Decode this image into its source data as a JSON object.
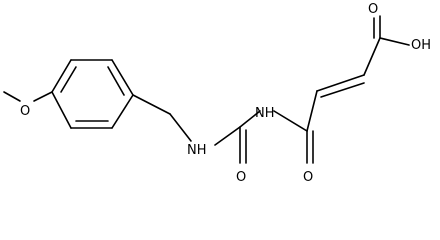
{
  "molecule": {
    "atom_labels": {
      "methoxy_o": "O",
      "carbamide_nh_left": "NH",
      "carbonyl_o_urea": "O",
      "imide_nh": "NH",
      "carbonyl_o_amide": "O",
      "acid_carbonyl_o": "O",
      "acid_oh": "OH"
    }
  }
}
